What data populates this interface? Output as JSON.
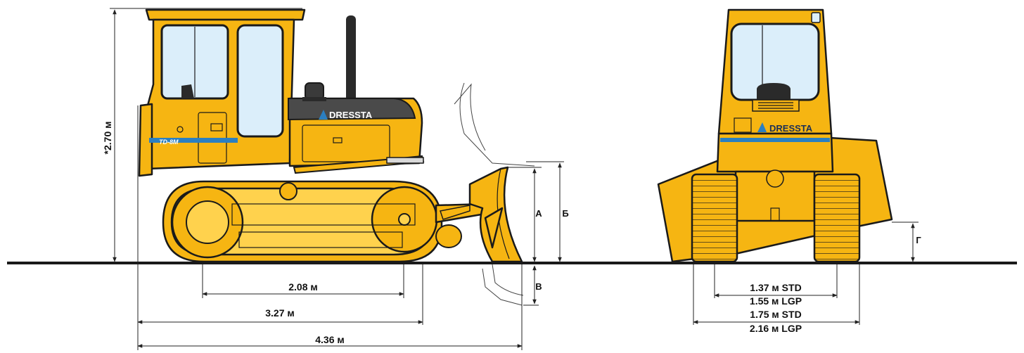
{
  "brand": {
    "logo_text": "DRESSTA",
    "model": "TD-8M"
  },
  "colors": {
    "body": "#f6b512",
    "body_light": "#ffd24d",
    "stripe": "#2b7fc1",
    "glass": "#dbeefa",
    "outline": "#1a1a1a",
    "panel": "#4a4a4a"
  },
  "dimensions": {
    "height": "*2.70 м",
    "track_contact": "2.08 м",
    "track_length": "3.27 м",
    "overall_length": "4.36 м",
    "a": "А",
    "b": "Б",
    "v": "В",
    "g": "Г",
    "gauge_std": "1.37 м  STD",
    "gauge_lgp": "1.55 м LGP",
    "width_std": "1.75 м  STD",
    "width_lgp": "2.16 м  LGP"
  }
}
